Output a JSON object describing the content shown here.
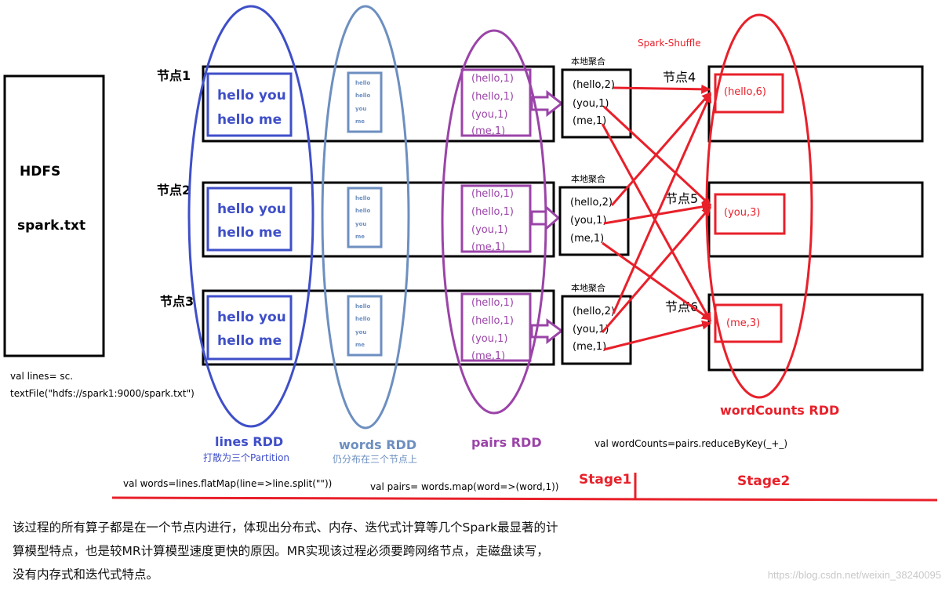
{
  "hdfs": {
    "title": "HDFS",
    "file": "spark.txt"
  },
  "code": {
    "lines_line1": "val lines= sc.",
    "lines_line2": "textFile(\"hdfs://spark1:9000/spark.txt\")",
    "words": "val words=lines.flatMap(line=>line.split(\"\"))",
    "pairs": "val pairs= words.map(word=>(word,1))",
    "reduce": "val wordCounts=pairs.reduceByKey(_+_)"
  },
  "nodes": [
    "节点1",
    "节点2",
    "节点3"
  ],
  "nodes_right": [
    "节点4",
    "节点5",
    "节点6"
  ],
  "lines_items": [
    "hello you",
    "hello me"
  ],
  "words_items": [
    "hello",
    "hello",
    "you",
    "me"
  ],
  "pairs_items": [
    "(hello,1)",
    "(hello,1)",
    "(you,1)",
    "(me,1)"
  ],
  "local_agg_label": "本地聚合",
  "local_items": [
    "(hello,2)",
    "(you,1)",
    "(me,1)"
  ],
  "results": [
    "(hello,6)",
    "(you,3)",
    "(me,3)"
  ],
  "shuffle_label": "Spark-Shuffle",
  "rdd_labels": {
    "lines": "lines RDD",
    "lines_sub": "打散为三个Partition",
    "words": "words RDD",
    "words_sub": "仍分布在三个节点上",
    "pairs": "pairs RDD",
    "wordcounts": "wordCounts RDD"
  },
  "stages": {
    "stage1": "Stage1",
    "stage2": "Stage2"
  },
  "caption": [
    "该过程的所有算子都是在一个节点内进行，体现出分布式、内存、迭代式计算等几个Spark最显著的计",
    "算模型特点，也是较MR计算模型速度更快的原因。MR实现该过程必须要跨网络节点，走磁盘读写，",
    "没有内存式和迭代式特点。"
  ],
  "watermark": "https://blog.csdn.net/weixin_38240095",
  "colors": {
    "lines": "#3f4fc8",
    "words": "#6d8fc0",
    "pairs": "#9b44a8",
    "red": "#e8202a",
    "black": "#000000"
  }
}
